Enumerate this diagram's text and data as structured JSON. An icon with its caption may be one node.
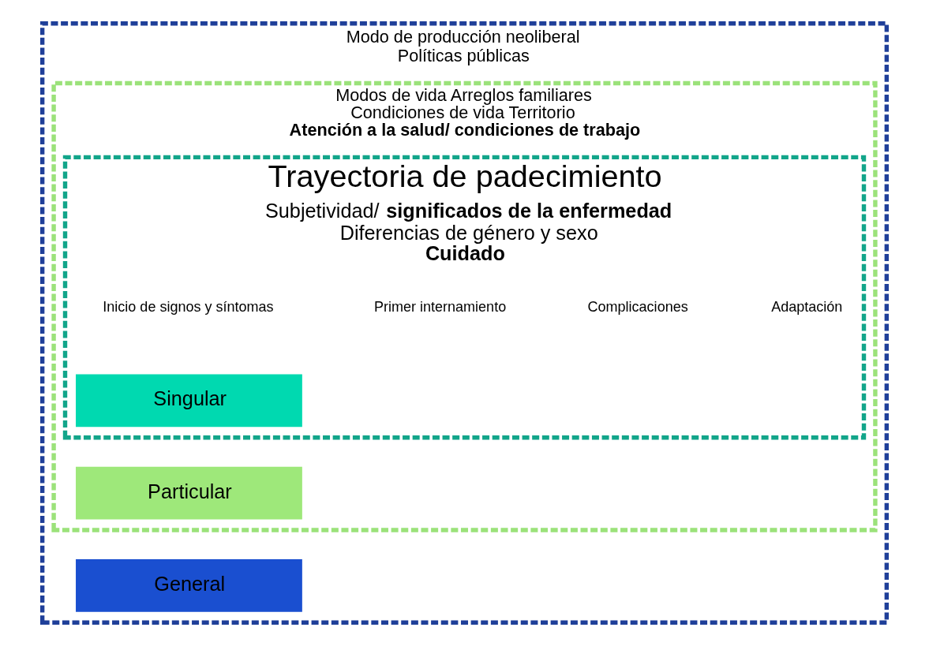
{
  "diagram": {
    "nodes": [
      {
        "text": [
          "Modo de producción neoliberal",
          "Políticas públicas"
        ]
      },
      {
        "text": [
          "Modos de vida Arreglos familiares",
          "Condiciones de vida Territorio",
          "Atención a la salud/ condiciones de trabajo"
        ],
        "in": 0
      },
      {
        "text": [
          "Trayectoria de padecimiento",
          "Subjetividad/ **significados de la enfermedad**",
          "Diferencias de género y sexo",
          "Cuidado"
        ],
        "in": 1
      },
      {
        "text": [
          "Singular"
        ],
        "in": 2
      },
      {
        "text": [
          "Particular"
        ],
        "in": 1
      },
      {
        "text": [
          "General"
        ],
        "in": 0
      }
    ],
    "edges": [],
    "labels": [
      "Inicio de signos y síntomas",
      "Primer internamiento",
      "Complicaciones",
      "Adaptación"
    ]
  }
}
